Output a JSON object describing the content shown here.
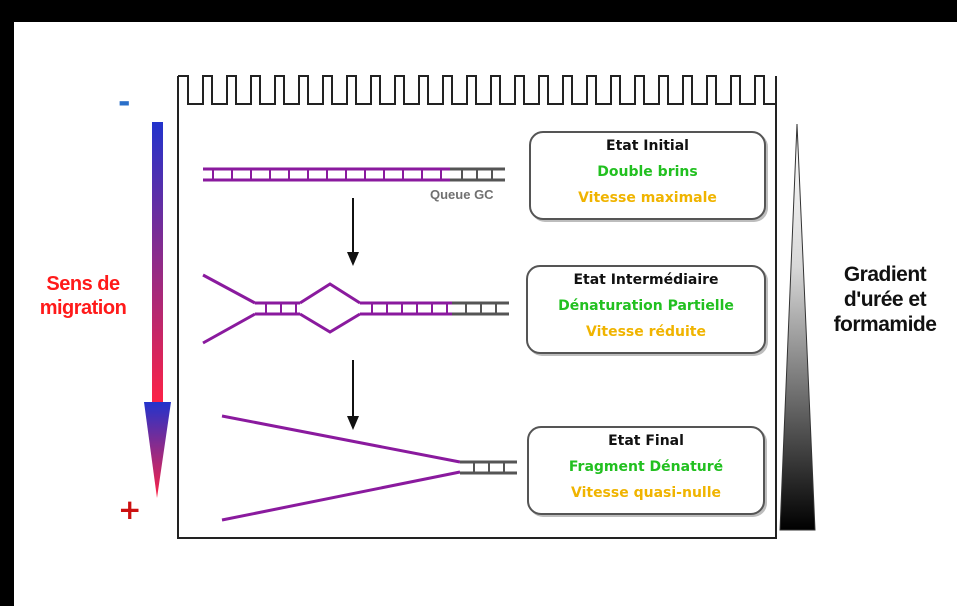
{
  "polarity": {
    "minus": "-",
    "plus": "+"
  },
  "migration_label": [
    "Sens de",
    "migration"
  ],
  "gradient_label": [
    "Gradient",
    "d'urée et",
    "formamide"
  ],
  "gc_tail_label": "Queue GC",
  "states": [
    {
      "title": "Etat Initial",
      "status": "Double brins",
      "speed": "Vitesse maximale"
    },
    {
      "title": "Etat Intermédiaire",
      "status": "Dénaturation Partielle",
      "speed": "Vitesse réduite"
    },
    {
      "title": "Etat Final",
      "status": "Fragment Dénaturé",
      "speed": "Vitesse quasi-nulle"
    }
  ],
  "colors": {
    "frame": "#000000",
    "dna_strand": "#8a1a9e",
    "gc_tail": "#555555",
    "migration_arrow_top": "#2233cc",
    "migration_arrow_bottom": "#ff2244",
    "migration_text": "#ff1a1a",
    "status_text": "#22c020",
    "speed_text": "#f0b400",
    "gradient_dark": "#000000",
    "gradient_light": "#ffffff"
  },
  "icons": {
    "migration_arrow": "arrow-down-icon",
    "step_arrows": "arrow-down-icon",
    "gradient": "triangle-gradient-icon"
  }
}
